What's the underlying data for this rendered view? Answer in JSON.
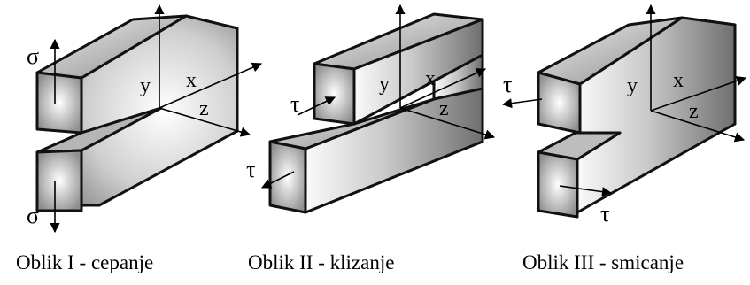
{
  "panels": [
    {
      "caption": "Oblik I - cepanje",
      "stress_top": "σ",
      "stress_bottom": "σ",
      "axes": {
        "y": "y",
        "x": "x",
        "z": "z"
      }
    },
    {
      "caption": "Oblik II - klizanje",
      "stress_top": "τ",
      "stress_bottom": "τ",
      "axes": {
        "y": "y",
        "x": "x",
        "z": "z"
      }
    },
    {
      "caption": "Oblik III - smicanje",
      "stress_top": "τ",
      "stress_bottom": "τ",
      "axes": {
        "y": "y",
        "x": "x",
        "z": "z"
      }
    }
  ]
}
